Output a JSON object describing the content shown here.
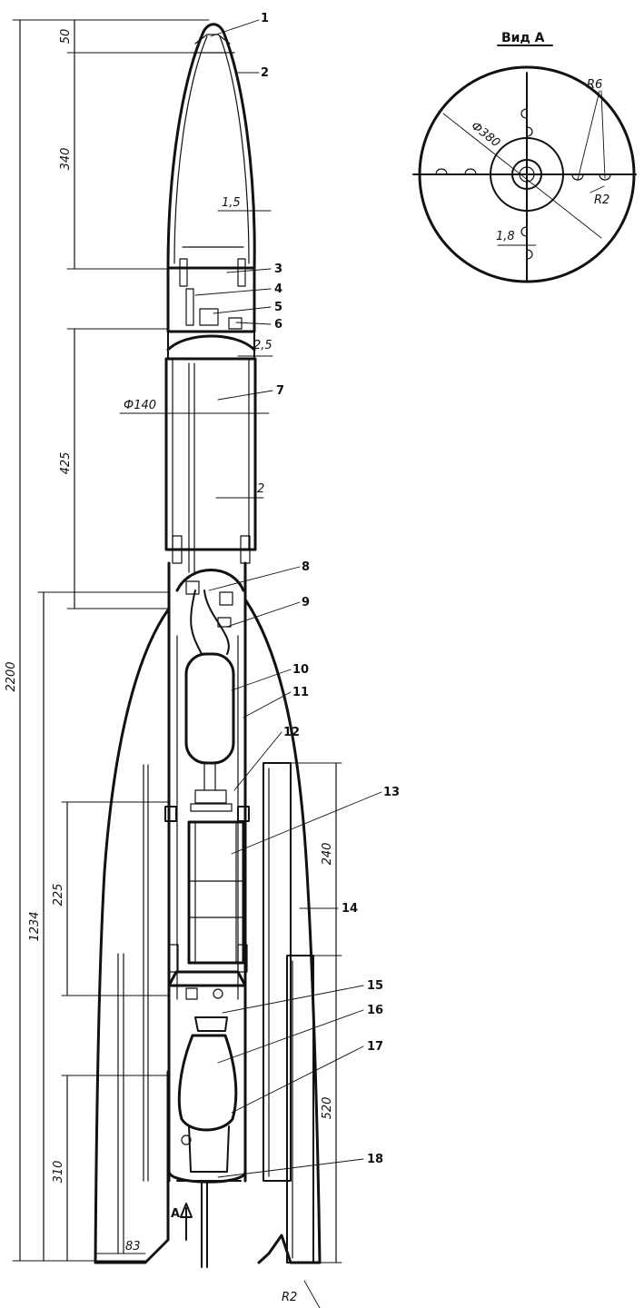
{
  "view_title": "Вид А",
  "arrow_label": "А",
  "dimensions": {
    "total_length": "2200",
    "nose_tip": "50",
    "nose_cone": "340",
    "wall_nose": "1,5",
    "joint_wall": "2,5",
    "body_diameter": "Ф140",
    "upper_section": "425",
    "wall_body": "2",
    "fin_length": "1234",
    "mid_section": "225",
    "lower_section": "310",
    "fin_upper": "240",
    "fin_lower": "520",
    "fin_width": "83",
    "fin_radius": "R2",
    "view_diameter": "Ф380",
    "view_radius_large": "R6",
    "view_radius_small": "R2",
    "view_wall": "1,8"
  },
  "callouts": [
    "1",
    "2",
    "3",
    "4",
    "5",
    "6",
    "7",
    "8",
    "9",
    "10",
    "11",
    "12",
    "13",
    "14",
    "15",
    "16",
    "17",
    "18"
  ]
}
